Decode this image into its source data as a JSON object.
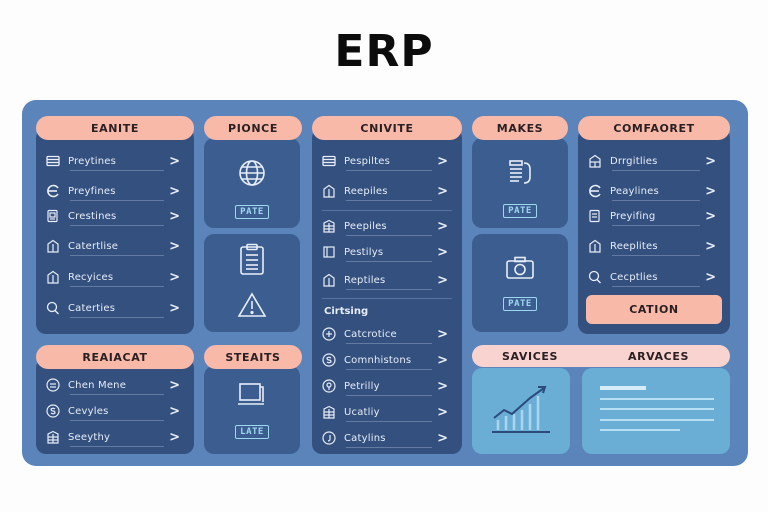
{
  "title": "ERP",
  "colors": {
    "board": "#5b84bb",
    "panel": "#34507f",
    "tile": "#3b5d8f",
    "pill": "#f9b9a8",
    "pill_light": "#f9d3cf",
    "card_light": "#6aaed6",
    "badge": "#9fd6f0"
  },
  "modules": {
    "eanite": {
      "header": "EANITE",
      "items": [
        {
          "icon": "list-icon",
          "label": "Preytines"
        },
        {
          "icon": "currency-icon",
          "label": "Preyfines"
        },
        {
          "icon": "document-icon",
          "label": "Crestines"
        },
        {
          "icon": "building-icon",
          "label": "Catertlise"
        },
        {
          "icon": "building-icon",
          "label": "Recyices"
        },
        {
          "icon": "search-user-icon",
          "label": "Caterties"
        }
      ]
    },
    "pionce": {
      "header": "PIONCE",
      "tiles": [
        {
          "icon": "globe-icon",
          "badge": "PATE"
        },
        {
          "icon": "clipboard-icon",
          "icon2": "warning-icon"
        }
      ]
    },
    "cnivite": {
      "header": "CNIVITE",
      "items": [
        {
          "icon": "list-icon",
          "label": "Pespiltes"
        },
        {
          "icon": "building-icon",
          "label": "Reepiles"
        },
        {
          "icon": "building-grid-icon",
          "label": "Peepiles"
        },
        {
          "icon": "book-icon",
          "label": "Pestilys"
        },
        {
          "icon": "building-icon",
          "label": "Reptiles"
        }
      ],
      "section_label": "Cirtsing",
      "section_items": [
        {
          "icon": "circle-grid-icon",
          "label": "Catcrotice"
        },
        {
          "icon": "circle-dollar-icon",
          "label": "Comnhistons"
        },
        {
          "icon": "circle-tree-icon",
          "label": "Petrilly"
        },
        {
          "icon": "building-grid-icon",
          "label": "Ucatliy"
        },
        {
          "icon": "circle-icon",
          "label": "Catylins"
        }
      ]
    },
    "makes": {
      "header": "MAKES",
      "tiles": [
        {
          "icon": "document-stack-icon",
          "badge": "PATE"
        },
        {
          "icon": "camera-icon",
          "badge": "PATE"
        }
      ]
    },
    "comfaoret": {
      "header": "COMFAORET",
      "items": [
        {
          "icon": "building-icon",
          "label": "Drrgitlies"
        },
        {
          "icon": "currency-icon",
          "label": "Peaylines"
        },
        {
          "icon": "document-icon",
          "label": "Preyifing"
        },
        {
          "icon": "building-icon",
          "label": "Reeplites"
        },
        {
          "icon": "search-user-icon",
          "label": "Cecptlies"
        }
      ],
      "action_label": "CATION"
    },
    "reaiacat": {
      "header": "REAIACAT",
      "items": [
        {
          "icon": "circle-grid-icon",
          "label": "Chen Mene"
        },
        {
          "icon": "circle-dollar-icon",
          "label": "Cevyles"
        },
        {
          "icon": "building-grid-icon",
          "label": "Seeythy"
        }
      ]
    },
    "steaits": {
      "header": "STEAITS",
      "tiles": [
        {
          "icon": "monitor-icon",
          "badge": "LATE"
        }
      ]
    },
    "bottom_right": {
      "left_header": "SAVICES",
      "right_header": "ARVACES"
    }
  },
  "chevron": ">"
}
